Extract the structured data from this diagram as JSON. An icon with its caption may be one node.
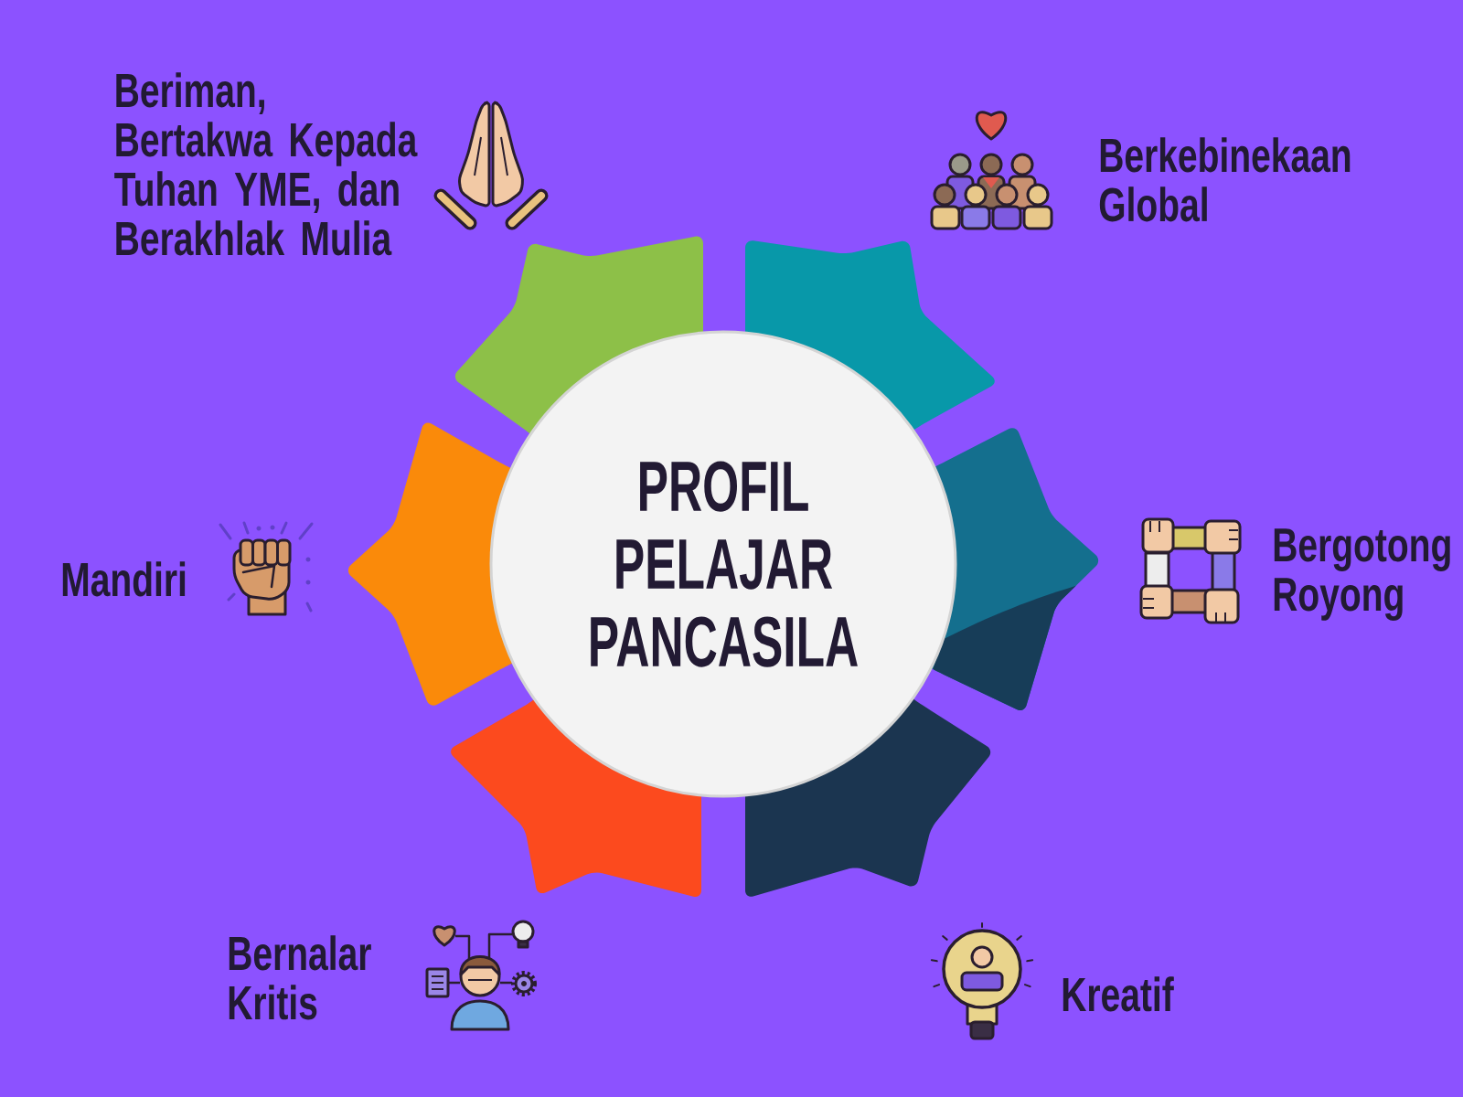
{
  "diagram": {
    "nodes": [
      {
        "text": [
          "PROFIL PELAJAR PANCASILA"
        ]
      }
    ],
    "labels": [
      "Beriman, Bertakwa Kepada Tuhan YME, dan Berakhlak Mulia",
      "Berkebinekaan Global",
      "Mandiri",
      "Bergotong Royong",
      "Bernalar Kritis",
      "Kreatif"
    ]
  }
}
